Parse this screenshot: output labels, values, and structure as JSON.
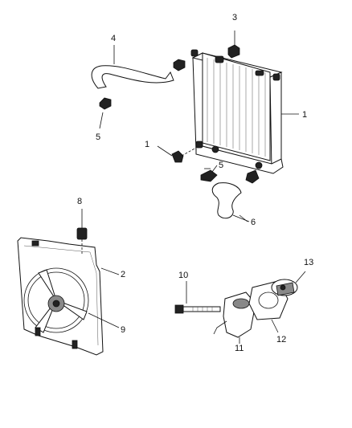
{
  "callouts": {
    "c1_radiator": "1",
    "c1_clip": "1",
    "c2": "2",
    "c3": "3",
    "c4": "4",
    "c5_upper": "5",
    "c5_lower": "5",
    "c6": "6",
    "c8": "8",
    "c9": "9",
    "c10": "10",
    "c11": "11",
    "c12": "12",
    "c13": "13"
  },
  "colors": {
    "line": "#111111",
    "background": "#ffffff",
    "shade": "#888888"
  }
}
